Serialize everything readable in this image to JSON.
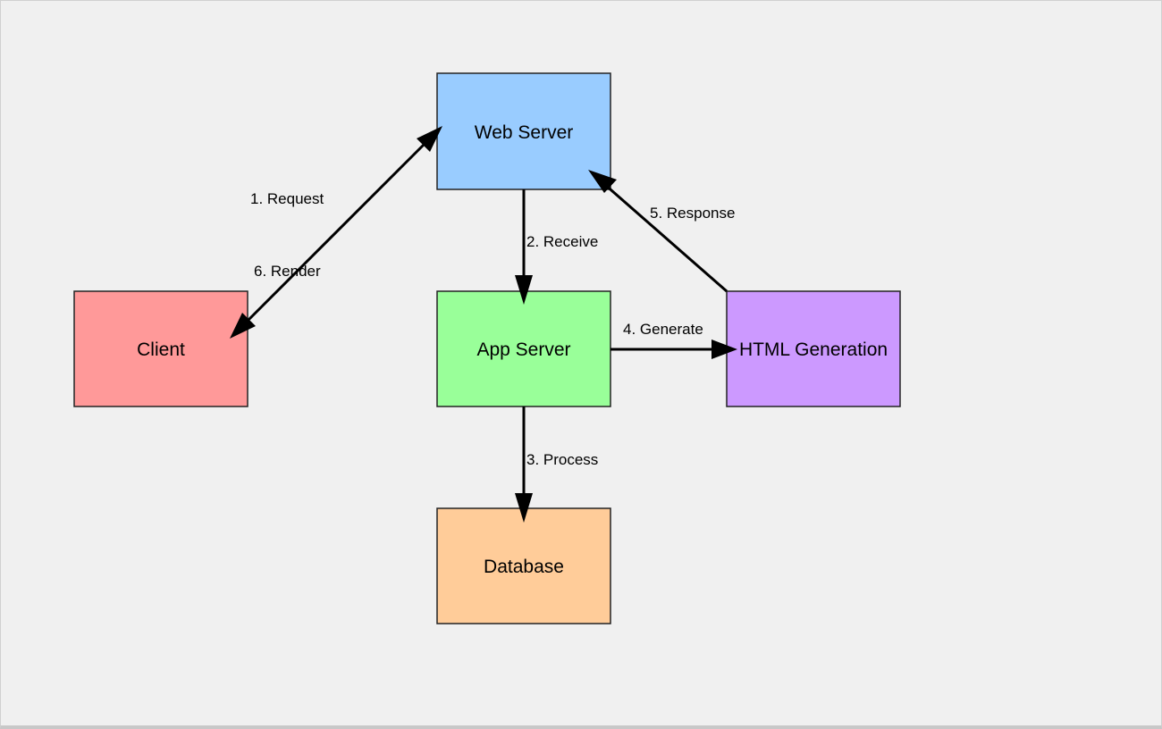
{
  "nodes": {
    "client": {
      "label": "Client",
      "color": "#ff9999"
    },
    "web_server": {
      "label": "Web Server",
      "color": "#99ccff"
    },
    "app_server": {
      "label": "App Server",
      "color": "#99ff99"
    },
    "html_generation": {
      "label": "HTML Generation",
      "color": "#cc99ff"
    },
    "database": {
      "label": "Database",
      "color": "#ffcc99"
    }
  },
  "edges": {
    "request": {
      "label": "1. Request",
      "from": "Client",
      "to": "Web Server"
    },
    "receive": {
      "label": "2. Receive",
      "from": "Web Server",
      "to": "App Server"
    },
    "process": {
      "label": "3. Process",
      "from": "App Server",
      "to": "Database"
    },
    "generate": {
      "label": "4. Generate",
      "from": "App Server",
      "to": "HTML Generation"
    },
    "response": {
      "label": "5. Response",
      "from": "HTML Generation",
      "to": "Web Server"
    },
    "render": {
      "label": "6. Render",
      "from": "Web Server",
      "to": "Client"
    }
  }
}
